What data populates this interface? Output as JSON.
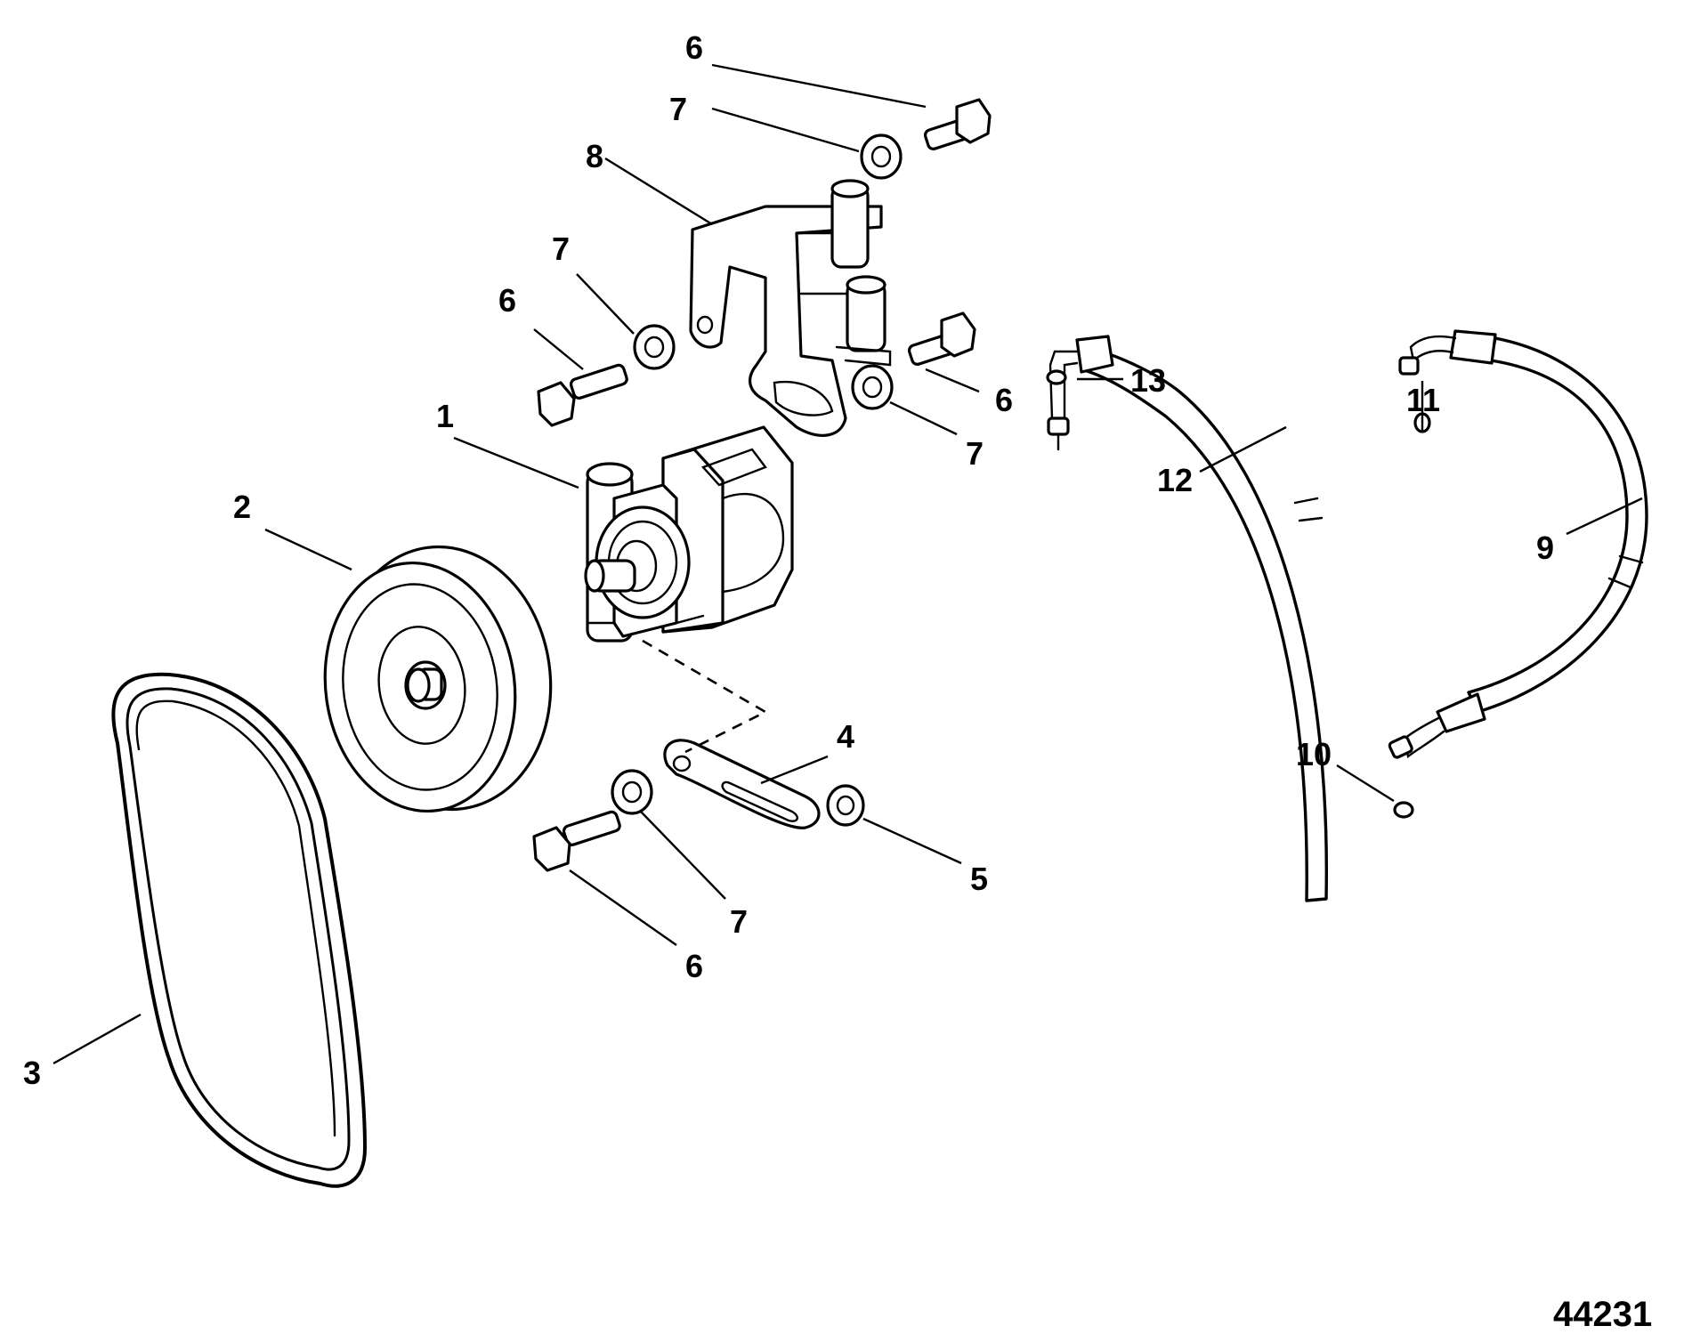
{
  "diagram": {
    "figure_number": "44231",
    "callouts": [
      {
        "id": "c6-top",
        "text": "6"
      },
      {
        "id": "c7-top",
        "text": "7"
      },
      {
        "id": "c8",
        "text": "8"
      },
      {
        "id": "c7-left",
        "text": "7"
      },
      {
        "id": "c6-left",
        "text": "6"
      },
      {
        "id": "c6-right",
        "text": "6"
      },
      {
        "id": "c7-right",
        "text": "7"
      },
      {
        "id": "c13",
        "text": "13"
      },
      {
        "id": "c11",
        "text": "11"
      },
      {
        "id": "c1",
        "text": "1"
      },
      {
        "id": "c2",
        "text": "2"
      },
      {
        "id": "c12",
        "text": "12"
      },
      {
        "id": "c9",
        "text": "9"
      },
      {
        "id": "c4",
        "text": "4"
      },
      {
        "id": "c10",
        "text": "10"
      },
      {
        "id": "c5",
        "text": "5"
      },
      {
        "id": "c7-bottom",
        "text": "7"
      },
      {
        "id": "c6-bottom",
        "text": "6"
      },
      {
        "id": "c3",
        "text": "3"
      }
    ]
  }
}
